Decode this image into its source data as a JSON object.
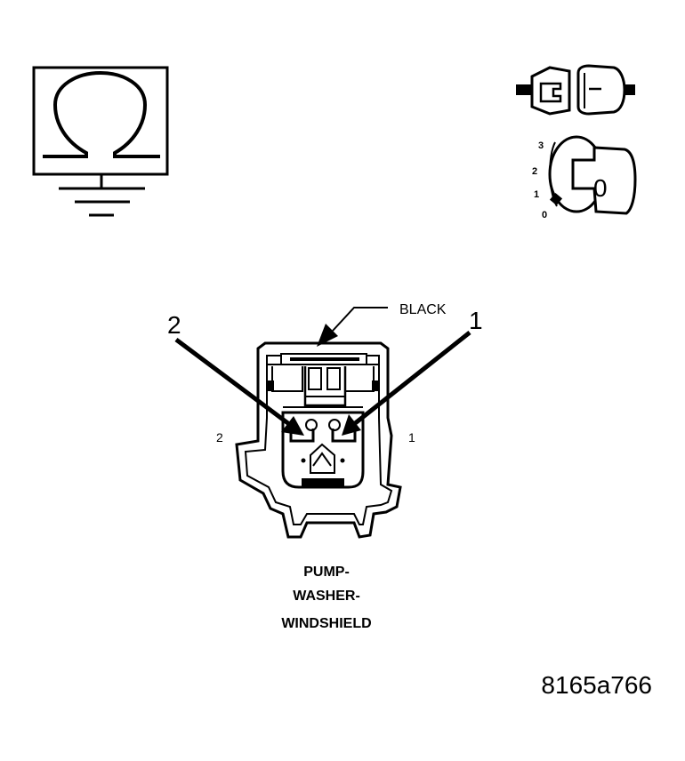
{
  "ohmmeter_symbol": {
    "glyph": "Ω"
  },
  "ignition": {
    "key_label": "0",
    "positions": [
      "3",
      "2",
      "1",
      "0"
    ]
  },
  "connector": {
    "color_label": "BLACK",
    "callouts": [
      "2",
      "1"
    ],
    "cavity_labels": [
      "2",
      "1"
    ]
  },
  "caption": [
    "PUMP-",
    "WASHER-",
    "WINDSHIELD"
  ],
  "figure_id": "8165a766"
}
